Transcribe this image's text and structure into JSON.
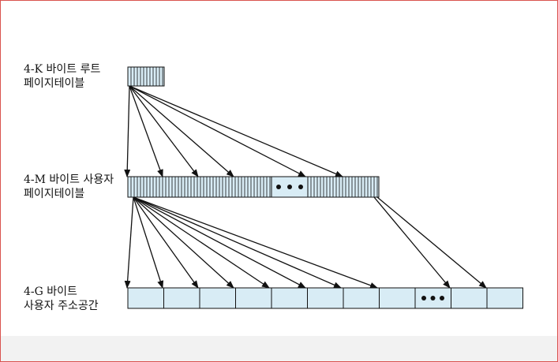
{
  "labels": {
    "root_table": {
      "line1": "4-K 바이트 루트",
      "line2": "페이지테이블"
    },
    "user_table": {
      "line1": "4-M 바이트 사용자",
      "line2": "페이지테이블"
    },
    "address_space": {
      "line1": "4-G 바이트",
      "line2": "사용자 주소공간"
    }
  },
  "colors": {
    "cell_fill": "#d8ecf5",
    "stroke": "#111111",
    "frame": "#d9534f"
  }
}
